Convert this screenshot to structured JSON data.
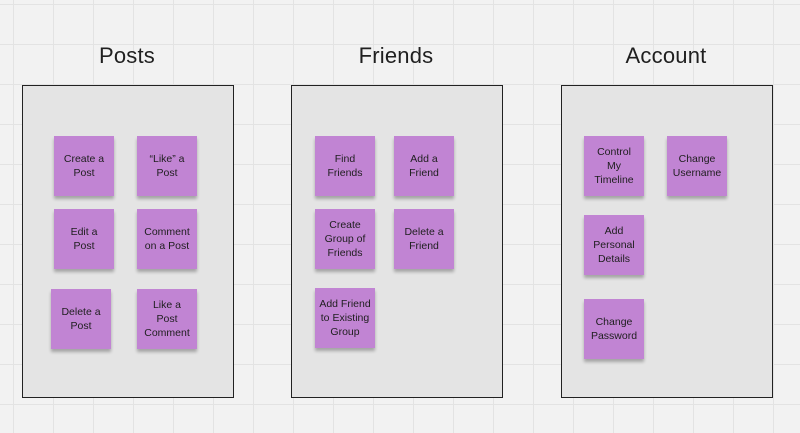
{
  "board": {
    "colors": {
      "sticky": "#c184d3",
      "frame_fill": "#e4e4e4",
      "frame_border": "#222222",
      "canvas": "#f2f2f2"
    },
    "groups": [
      {
        "title": "Posts",
        "notes": [
          "Create a\nPost",
          "“Like” a\nPost",
          "Edit a\nPost",
          "Comment\non a Post",
          "Delete a\nPost",
          "Like a\nPost\nComment"
        ]
      },
      {
        "title": "Friends",
        "notes": [
          "Find\nFriends",
          "Add a\nFriend",
          "Create\nGroup of\nFriends",
          "Delete a\nFriend",
          "Add Friend\nto Existing\nGroup"
        ]
      },
      {
        "title": "Account",
        "notes": [
          "Control\nMy\nTimeline",
          "Change\nUsername",
          "Add\nPersonal\nDetails",
          "Change\nPassword"
        ]
      }
    ]
  }
}
